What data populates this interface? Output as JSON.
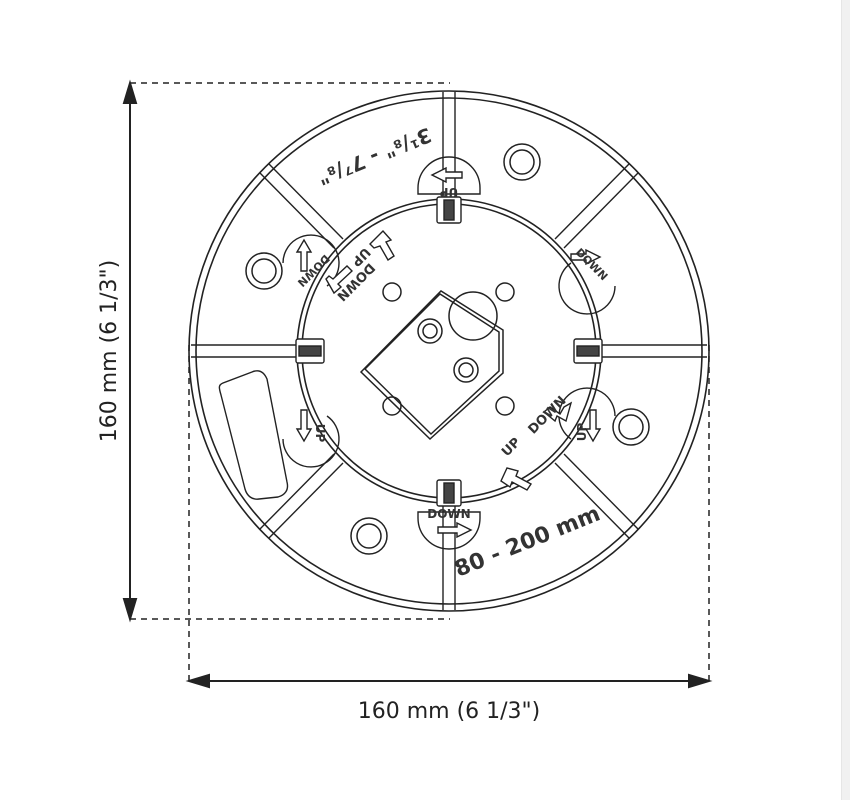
{
  "dimensions": {
    "height_label": "160 mm (6 1/3\")",
    "width_label": "160 mm (6 1/3\")"
  },
  "plate": {
    "range_label": "80 - 200 mm",
    "inch_range_label": "3¹/₈\" - 7⁷/₈\"",
    "up_label": "UP",
    "down_label": "DOWN"
  },
  "colors": {
    "line": "#222222",
    "background": "#ffffff"
  }
}
